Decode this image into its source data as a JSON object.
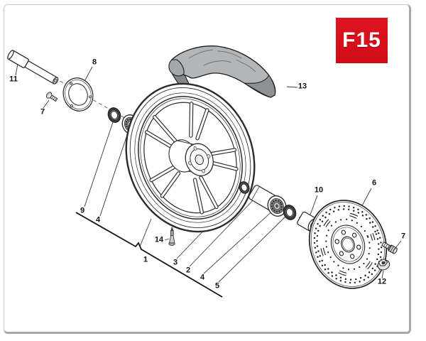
{
  "page": {
    "code": "F15",
    "badge_color": "#d8111b",
    "background_color": "#ffffff",
    "line_color": "#1a1a1a"
  },
  "callouts": [
    {
      "label": "11"
    },
    {
      "label": "7"
    },
    {
      "label": "8"
    },
    {
      "label": "9"
    },
    {
      "label": "4"
    },
    {
      "label": "1"
    },
    {
      "label": "14"
    },
    {
      "label": "3"
    },
    {
      "label": "2"
    },
    {
      "label": "4"
    },
    {
      "label": "5"
    },
    {
      "label": "10"
    },
    {
      "label": "6"
    },
    {
      "label": "7"
    },
    {
      "label": "12"
    },
    {
      "label": "13"
    }
  ]
}
